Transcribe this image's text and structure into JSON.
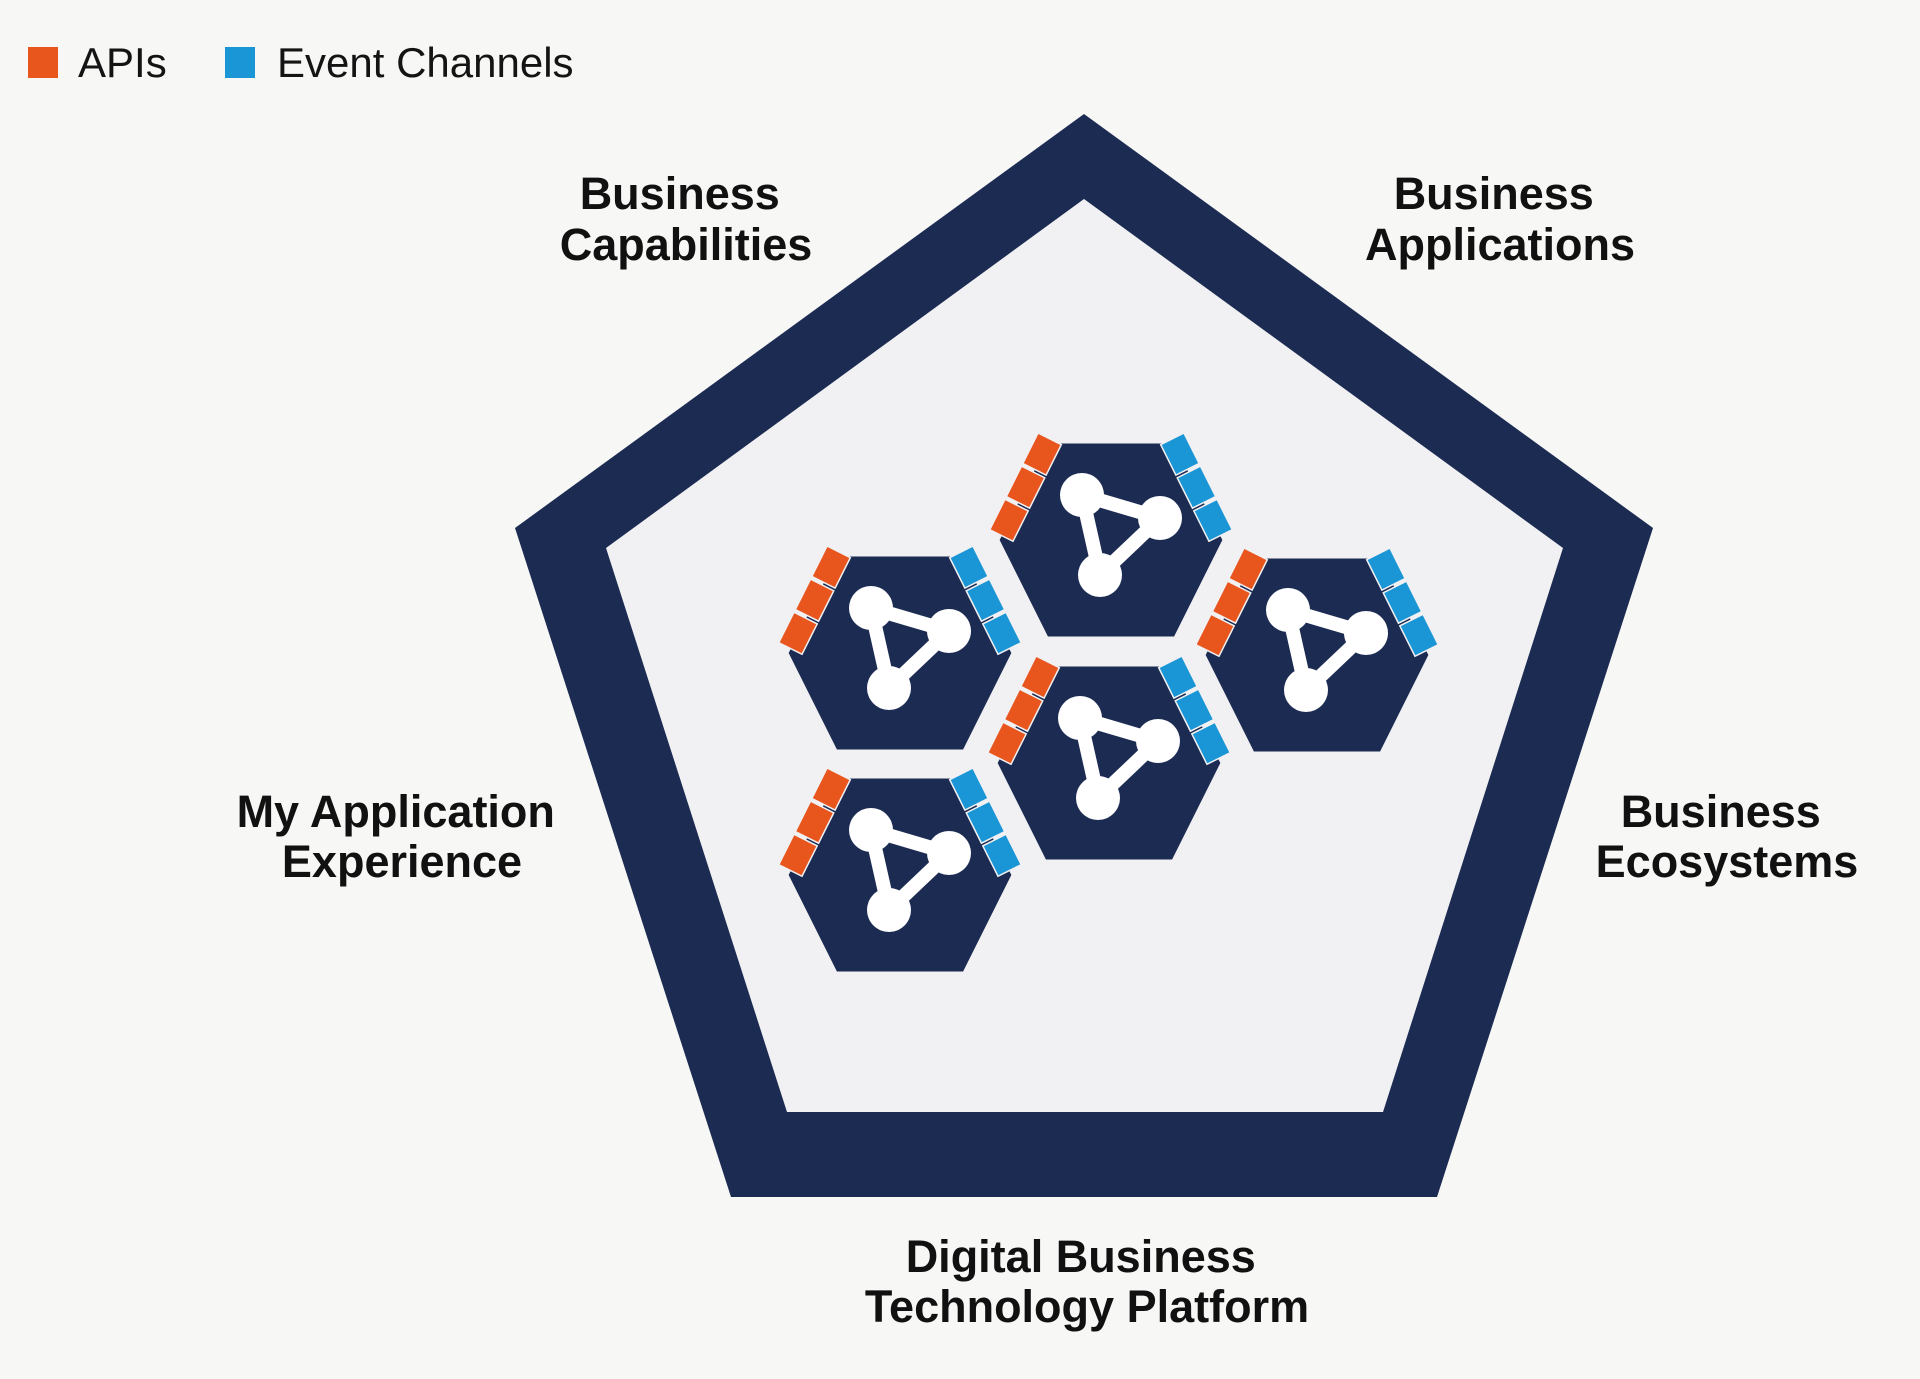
{
  "legend": {
    "items": [
      {
        "label": "APIs",
        "color": "#e8561e",
        "icon": "orange-square"
      },
      {
        "label": "Event Channels",
        "color": "#1a95d5",
        "icon": "blue-square"
      }
    ]
  },
  "colors": {
    "background": "#f7f7f5",
    "frame": "#1c2b52",
    "frame_inner": "#f1f1f3",
    "hexagon": "#1c2b52",
    "node_icon": "#ffffff",
    "api_tab": "#e8561e",
    "event_tab": "#1a95d5"
  },
  "pentagon": {
    "labels": {
      "top_left": [
        "Business",
        "Capabilities"
      ],
      "top_right": [
        "Business",
        "Applications"
      ],
      "left": [
        "My Application",
        "Experience"
      ],
      "right": [
        "Business",
        "Ecosystems"
      ],
      "bottom": [
        "Digital Business",
        "Technology Platform"
      ]
    }
  },
  "components": {
    "count": 5,
    "items": [
      {
        "name": "component-top",
        "icon": "network-triangle",
        "api_tabs": 3,
        "event_tabs": 3
      },
      {
        "name": "component-left",
        "icon": "network-triangle",
        "api_tabs": 3,
        "event_tabs": 3
      },
      {
        "name": "component-right",
        "icon": "network-triangle",
        "api_tabs": 3,
        "event_tabs": 3
      },
      {
        "name": "component-middle",
        "icon": "network-triangle",
        "api_tabs": 3,
        "event_tabs": 3
      },
      {
        "name": "component-bottom-left",
        "icon": "network-triangle",
        "api_tabs": 3,
        "event_tabs": 3
      }
    ]
  }
}
